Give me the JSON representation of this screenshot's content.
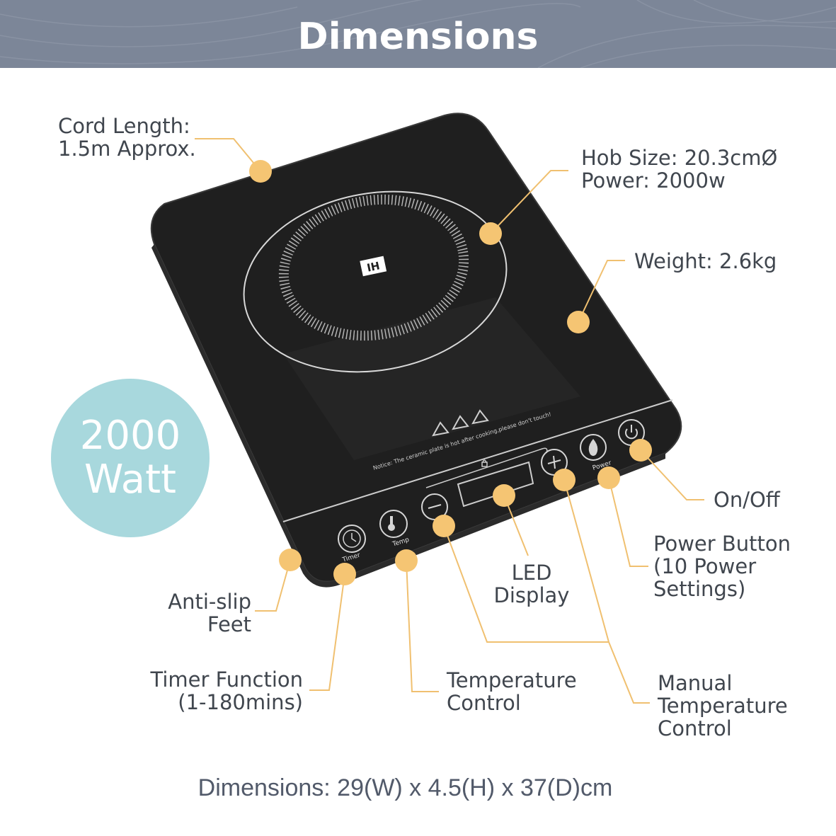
{
  "header": {
    "title": "Dimensions"
  },
  "badge": {
    "line1": "2000",
    "line2": "Watt"
  },
  "colors": {
    "header_bg": "#7c8698",
    "dot": "#f5c573",
    "badge_bg": "#a8d8dd",
    "hob_body": "#1f1f1f"
  },
  "hob": {
    "ih_text": "IH",
    "notice": "Notice: The ceramic plate is hot after cooking,please don't touch!",
    "timer_label": "Timer",
    "temp_label": "Temp",
    "power_label": "Power",
    "icons": [
      "clock-icon",
      "thermometer-icon",
      "minus-icon",
      "plus-icon",
      "flame-icon",
      "power-icon",
      "lock-icon",
      "warning-icon"
    ]
  },
  "callouts": {
    "cord": {
      "line1": "Cord Length:",
      "line2": "1.5m Approx."
    },
    "hob_size": {
      "line1": "Hob Size: 20.3cmØ",
      "line2": "Power: 2000w"
    },
    "weight": {
      "line1": "Weight: 2.6kg"
    },
    "onoff": {
      "line1": "On/Off"
    },
    "power_button": {
      "line1": "Power Button",
      "line2": "(10 Power",
      "line3": "Settings)"
    },
    "led": {
      "line1": "LED",
      "line2": "Display"
    },
    "antislip": {
      "line1": "Anti-slip",
      "line2": "Feet"
    },
    "timer": {
      "line1": "Timer Function",
      "line2": "(1-180mins)"
    },
    "temperature": {
      "line1": "Temperature",
      "line2": "Control"
    },
    "manual": {
      "line1": "Manual",
      "line2": "Temperature",
      "line3": "Control"
    }
  },
  "footer": {
    "dimensions": "Dimensions: 29(W) x 4.5(H) x 37(D)cm"
  }
}
